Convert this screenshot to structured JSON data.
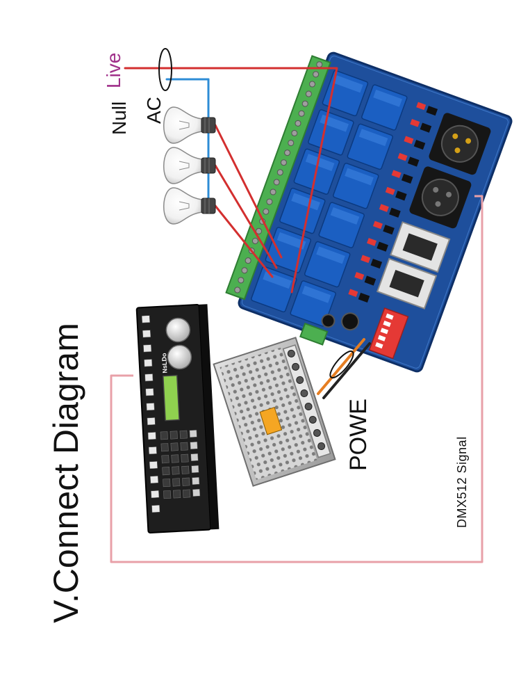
{
  "title": "V.Connect Diagram",
  "labels": {
    "live": "Live",
    "null": "Null",
    "ac": "AC",
    "power": "POWE",
    "signal": "DMX512 Signal"
  },
  "components": {
    "controller": {
      "brand": "NsLDo"
    },
    "bulb_count": 3,
    "relay_count": 12
  },
  "colors": {
    "live_wire": "#d32f2f",
    "null_wire": "#2d8cd6",
    "signal_wire": "#e8a0a8",
    "board": "#1e4f9c",
    "relay": "#1b5fc2",
    "terminal": "#4caf50",
    "live_text": "#a0308a"
  }
}
